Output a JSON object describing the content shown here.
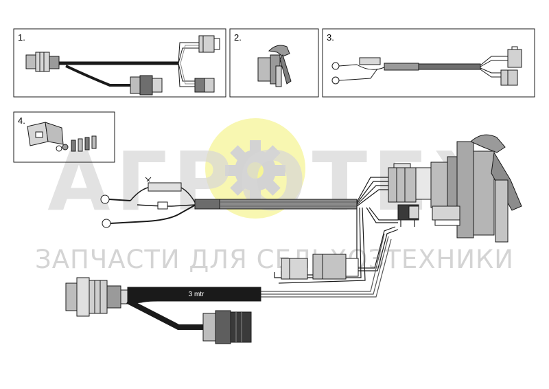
{
  "panels": [
    {
      "id": "panel-1",
      "label": "1."
    },
    {
      "id": "panel-2",
      "label": "2."
    },
    {
      "id": "panel-3",
      "label": "3."
    },
    {
      "id": "panel-4",
      "label": "4."
    }
  ],
  "cable_label": "3 mtr",
  "watermark": {
    "logo_text": "АГРОТЕХ",
    "tagline": "ЗАПЧАСТИ ДЛЯ СЕЛЬХОЗТЕХНИКИ",
    "gear_color": "#f5f27a",
    "text_color": "#cfcfcf"
  },
  "colors": {
    "line": "#1a1a1a",
    "fill_dark": "#2a2a2a",
    "fill_mid": "#8a8a8a",
    "fill_light": "#c8c8c8"
  }
}
